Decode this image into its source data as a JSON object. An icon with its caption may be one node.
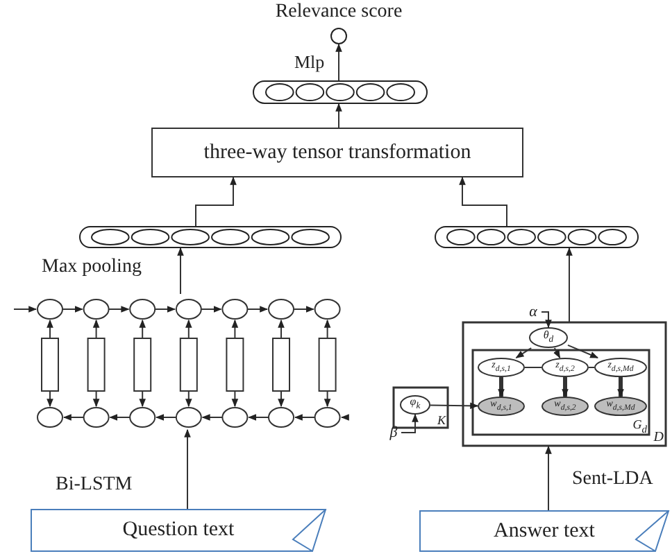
{
  "diagram": {
    "nodes": [
      {
        "text": [],
        "shape": "circle",
        "beside": [
          "Relevance score"
        ]
      },
      {
        "text": [],
        "shape": "bar"
      },
      {
        "text": [
          "three-way tensor transformation"
        ]
      },
      {
        "text": [],
        "shape": "bar"
      },
      {
        "text": [],
        "shape": "bar"
      },
      {
        "text": [],
        "shape": "picture"
      },
      {
        "text": [
          "D"
        ]
      },
      {
        "text": [
          "θ$_{d}$"
        ],
        "in": 6
      },
      {
        "text": [
          "G$_{d}$"
        ],
        "in": 6
      },
      {
        "text": [
          "z$_{d,s,1}$"
        ],
        "in": 8
      },
      {
        "text": [
          "z$_{d,s,2}$"
        ],
        "in": 8
      },
      {
        "text": [
          "z$_{d,s,Md}$"
        ],
        "in": 8
      },
      {
        "text": [
          "w$_{d,s,1}$"
        ],
        "in": 8
      },
      {
        "text": [
          "w$_{d,s,2}$"
        ],
        "in": 8
      },
      {
        "text": [
          "w$_{d,s,Md}$"
        ],
        "in": 8
      },
      {
        "text": [
          "K"
        ]
      },
      {
        "text": [
          "φ$_{k}$"
        ],
        "in": 15
      },
      {
        "text": [
          "Question text"
        ]
      },
      {
        "text": [
          "Answer text"
        ]
      },
      {
        "text": [
          "α"
        ]
      },
      {
        "text": [
          "β"
        ]
      }
    ],
    "edges": [
      {
        "from": 1,
        "to": 0,
        "arrow": "to",
        "label": "Mlp"
      },
      {
        "from": 2,
        "to": 1,
        "arrow": "to"
      },
      {
        "from": 3,
        "to": 2,
        "arrow": "to"
      },
      {
        "from": 4,
        "to": 2,
        "arrow": "to"
      },
      {
        "from": 5,
        "to": 3,
        "arrow": "to",
        "label": "Max pooling"
      },
      {
        "from": 6,
        "to": 4,
        "arrow": "to"
      },
      {
        "from": 17,
        "to": 5,
        "arrow": "to",
        "label": "Bi-LSTM"
      },
      {
        "from": 18,
        "to": 6,
        "arrow": "to",
        "label": "Sent-LDA"
      },
      {
        "from": 19,
        "to": 7,
        "arrow": "to"
      },
      {
        "from": 20,
        "to": 16,
        "arrow": "to"
      },
      {
        "from": 7,
        "to": 9,
        "arrow": "to"
      },
      {
        "from": 7,
        "to": 10,
        "arrow": "to"
      },
      {
        "from": 7,
        "to": 11,
        "arrow": "to"
      },
      {
        "from": 9,
        "to": 12,
        "arrow": "to",
        "style": "thick"
      },
      {
        "from": 10,
        "to": 13,
        "arrow": "to",
        "style": "thick"
      },
      {
        "from": 11,
        "to": 14,
        "arrow": "to",
        "style": "thick"
      },
      {
        "from": 9,
        "to": 10,
        "arrow": "none"
      },
      {
        "from": 10,
        "to": 11,
        "arrow": "none"
      },
      {
        "from": 16,
        "to": 12,
        "arrow": "to"
      }
    ]
  }
}
